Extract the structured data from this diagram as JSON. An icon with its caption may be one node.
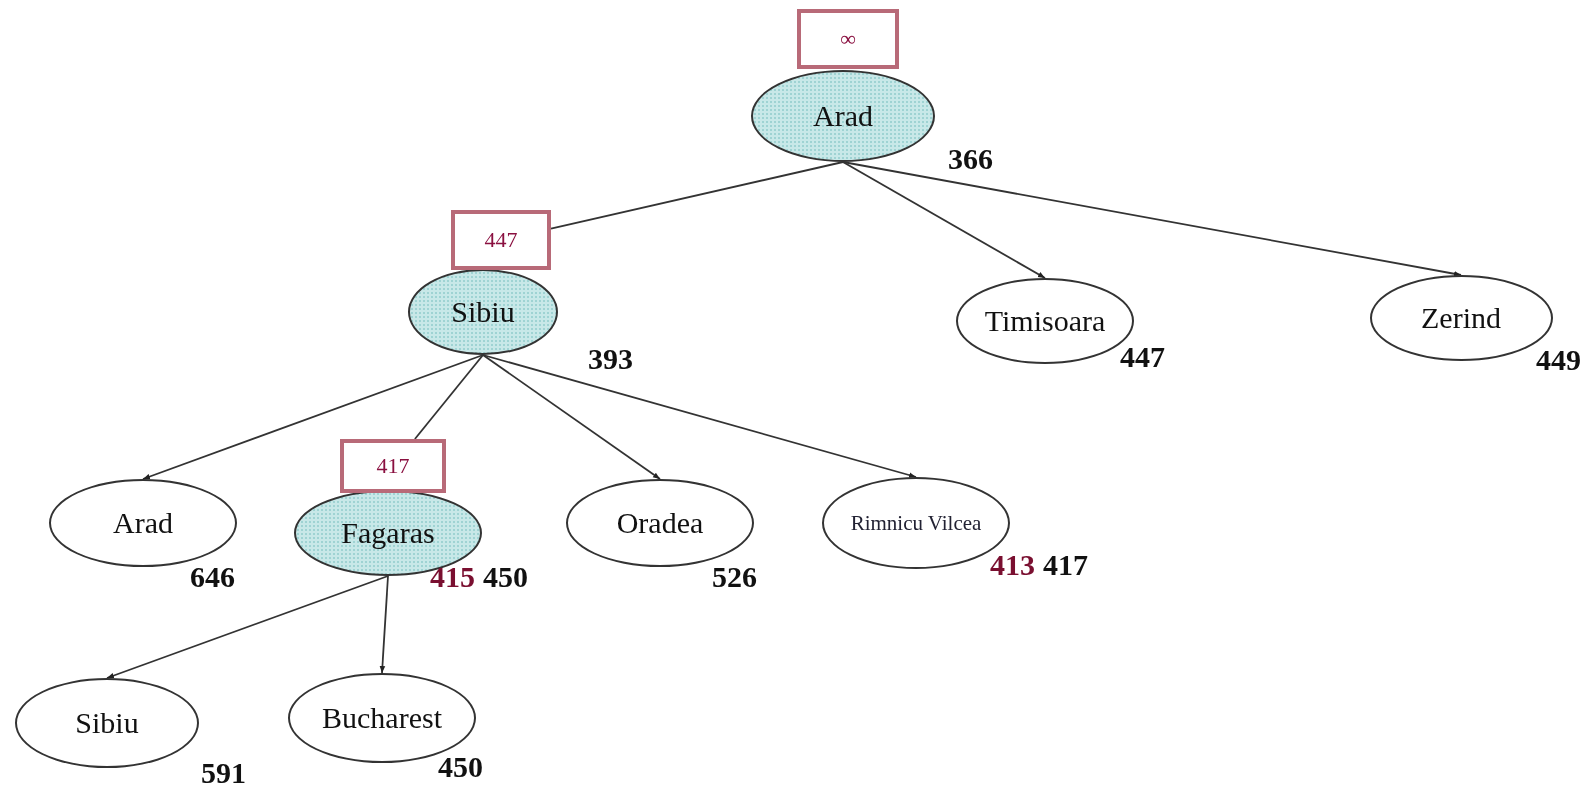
{
  "diagram": {
    "nodes": [
      {
        "text": [
          "∞"
        ]
      },
      {
        "text": [
          "Arad"
        ],
        "beside": [
          "366"
        ]
      },
      {
        "text": [
          "447"
        ]
      },
      {
        "text": [
          "Sibiu"
        ],
        "beside": [
          "393"
        ]
      },
      {
        "text": [
          "Timisoara"
        ],
        "beside": [
          "447"
        ]
      },
      {
        "text": [
          "Zerind"
        ],
        "beside": [
          "449"
        ]
      },
      {
        "text": [
          "Arad"
        ],
        "beside": [
          "646"
        ]
      },
      {
        "text": [
          "417"
        ]
      },
      {
        "text": [
          "Fagaras"
        ],
        "beside": [
          "415",
          "450"
        ]
      },
      {
        "text": [
          "Oradea"
        ],
        "beside": [
          "526"
        ]
      },
      {
        "text": [
          "Rimnicu Vilcea"
        ],
        "beside": [
          "413",
          "417"
        ]
      },
      {
        "text": [
          "Sibiu"
        ],
        "beside": [
          "591"
        ]
      },
      {
        "text": [
          "Bucharest"
        ],
        "beside": [
          "450"
        ]
      }
    ],
    "edges": [
      {
        "from": 1,
        "to": 2,
        "arrow": "none"
      },
      {
        "from": 1,
        "to": 4,
        "arrow": "to"
      },
      {
        "from": 1,
        "to": 5,
        "arrow": "to"
      },
      {
        "from": 3,
        "to": 6,
        "arrow": "to"
      },
      {
        "from": 3,
        "to": 7,
        "arrow": "none"
      },
      {
        "from": 3,
        "to": 9,
        "arrow": "to"
      },
      {
        "from": 3,
        "to": 10,
        "arrow": "to"
      },
      {
        "from": 8,
        "to": 11,
        "arrow": "to"
      },
      {
        "from": 8,
        "to": 12,
        "arrow": "to"
      }
    ]
  }
}
